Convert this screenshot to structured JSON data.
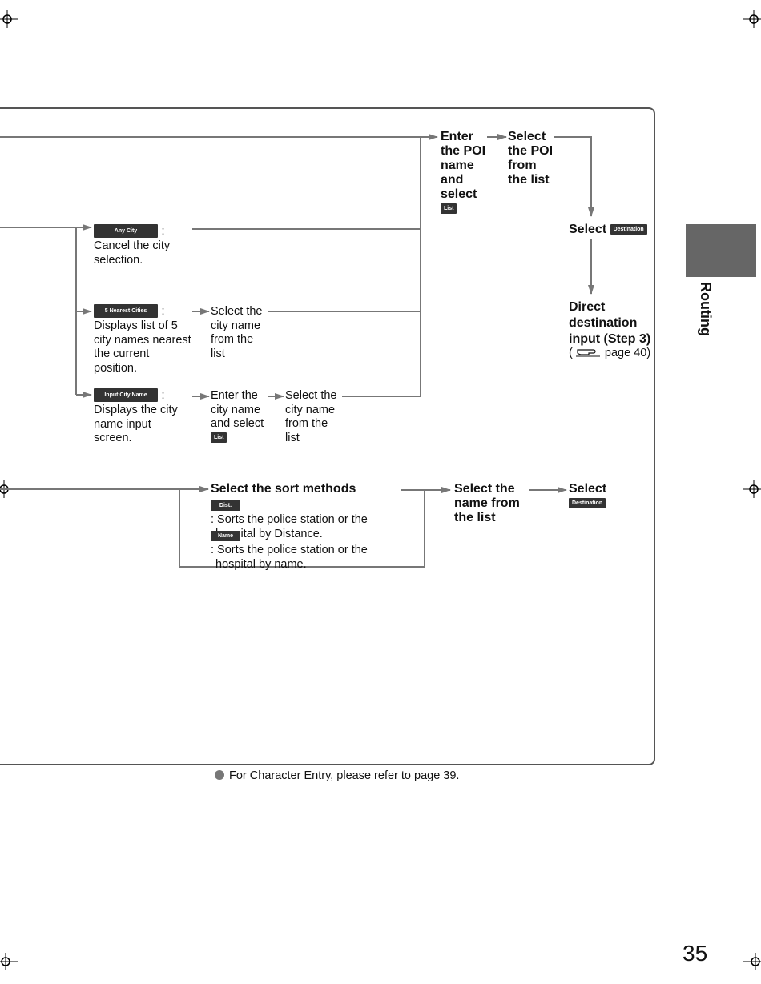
{
  "poi_flow": {
    "enter_poi": "Enter the POI name and select",
    "enter_poi_button": "List",
    "select_poi": "Select the POI from the list",
    "select_destination": "Select",
    "select_destination_button": "Destination",
    "direct_input": "Direct destination input (Step 3)",
    "page_ref_prefix": "(",
    "page_ref": "page 40)"
  },
  "city_options": [
    {
      "button": "Any City",
      "colon": ":",
      "desc": "Cancel the city selection."
    },
    {
      "button": "5 Nearest Cities",
      "colon": ":",
      "desc": "Displays list of 5 city names nearest the current position.",
      "step1": "Select the city name from the list"
    },
    {
      "button": "Input City Name",
      "colon": ":",
      "desc": "Displays the city name input screen.",
      "step1": "Enter the city name and select",
      "step1_button": "List",
      "step2": "Select the city name from the list"
    }
  ],
  "sort_flow": {
    "title": "Select the sort methods",
    "options": [
      {
        "button": "Dist.",
        "desc": ": Sorts the police station or the hospital by Distance."
      },
      {
        "button": "Name",
        "desc": ": Sorts the police station or the hospital by name."
      }
    ],
    "select_name": "Select the name from the list",
    "select_destination": "Select",
    "select_destination_button": "Destination"
  },
  "side_tab": {
    "label": "Routing",
    "color": "#666666"
  },
  "footnote": "For Character Entry, please refer to page 39.",
  "page_number": "35",
  "icons": [
    "hand-pointer-icon",
    "registration-mark-icon",
    "bullet-icon",
    "arrow-icon"
  ],
  "colors": {
    "line": "#777777",
    "button_bg": "#333333",
    "frame": "#555555"
  }
}
